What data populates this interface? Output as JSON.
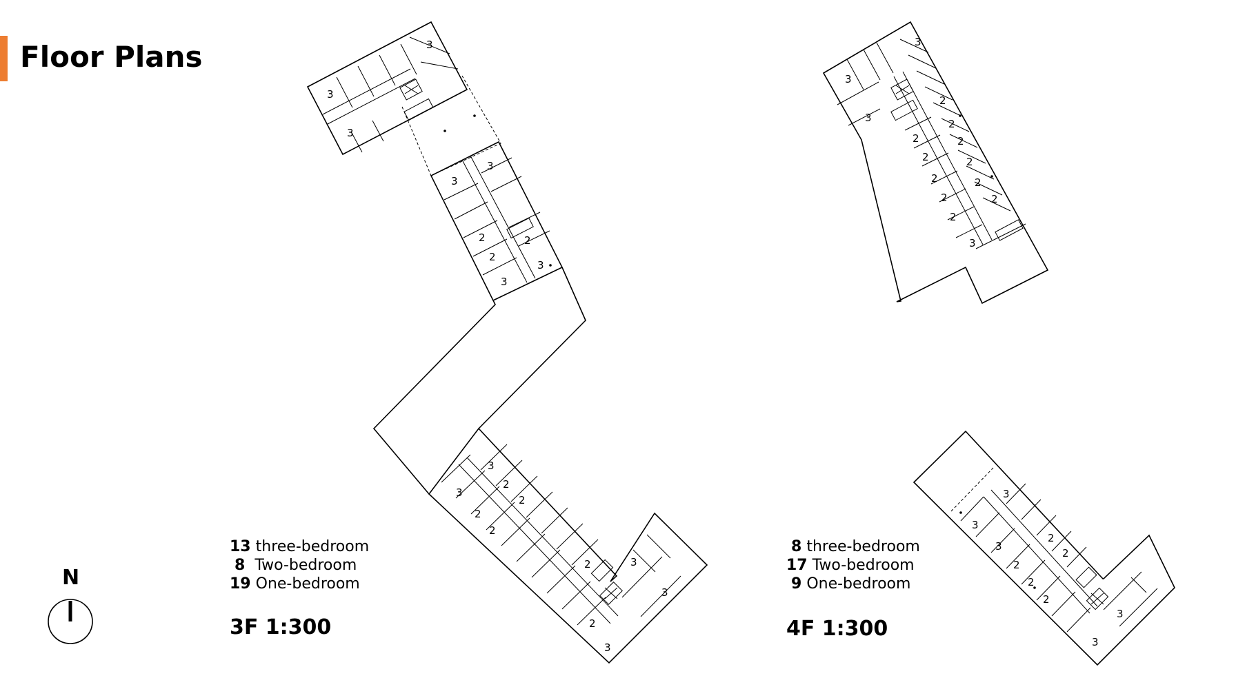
{
  "header": {
    "title": "Floor Plans",
    "accent_color": "#ED7D31"
  },
  "unit_labels": {
    "three": "3",
    "two": "2"
  },
  "floors": [
    {
      "legend": [
        {
          "count": "13",
          "type": "three-bedroom"
        },
        {
          "count": "8",
          "type": "Two-bedroom"
        },
        {
          "count": "19",
          "type": "One-bedroom"
        }
      ],
      "scale": "3F  1:300"
    },
    {
      "legend": [
        {
          "count": "8",
          "type": "three-bedroom"
        },
        {
          "count": "17",
          "type": "Two-bedroom"
        },
        {
          "count": "9",
          "type": "One-bedroom"
        }
      ],
      "scale": "4F  1:300"
    }
  ],
  "north_arrow": {
    "label": "N"
  }
}
